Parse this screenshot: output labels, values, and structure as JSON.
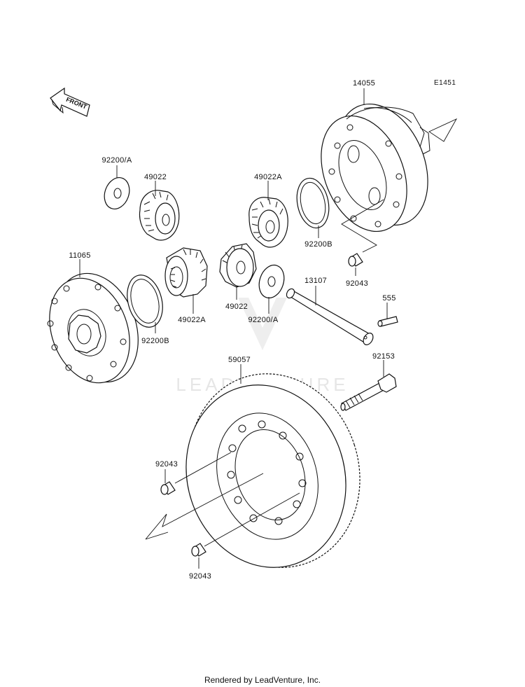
{
  "diagram": {
    "code": "E1451",
    "front_label": "FRONT",
    "footer": "Rendered by LeadVenture, Inc.",
    "watermark": "LEADVENTURE",
    "parts": [
      {
        "id": "case",
        "label": "14055"
      },
      {
        "id": "washer-top-left",
        "label": "92200/A"
      },
      {
        "id": "bevel-gear-top-left",
        "label": "49022"
      },
      {
        "id": "side-gear-top",
        "label": "49022A"
      },
      {
        "id": "thrust-washer-right",
        "label": "92200B"
      },
      {
        "id": "pin-right",
        "label": "92043"
      },
      {
        "id": "cover",
        "label": "11065"
      },
      {
        "id": "side-gear-bottom",
        "label": "49022A"
      },
      {
        "id": "thrust-washer-left",
        "label": "92200B"
      },
      {
        "id": "bevel-gear-mid",
        "label": "49022"
      },
      {
        "id": "washer-mid",
        "label": "92200/A"
      },
      {
        "id": "shaft",
        "label": "13107"
      },
      {
        "id": "spring-pin",
        "label": "555"
      },
      {
        "id": "ring-gear",
        "label": "59057"
      },
      {
        "id": "bolt",
        "label": "92153"
      },
      {
        "id": "pin-left",
        "label": "92043"
      },
      {
        "id": "pin-bottom",
        "label": "92043"
      }
    ]
  }
}
